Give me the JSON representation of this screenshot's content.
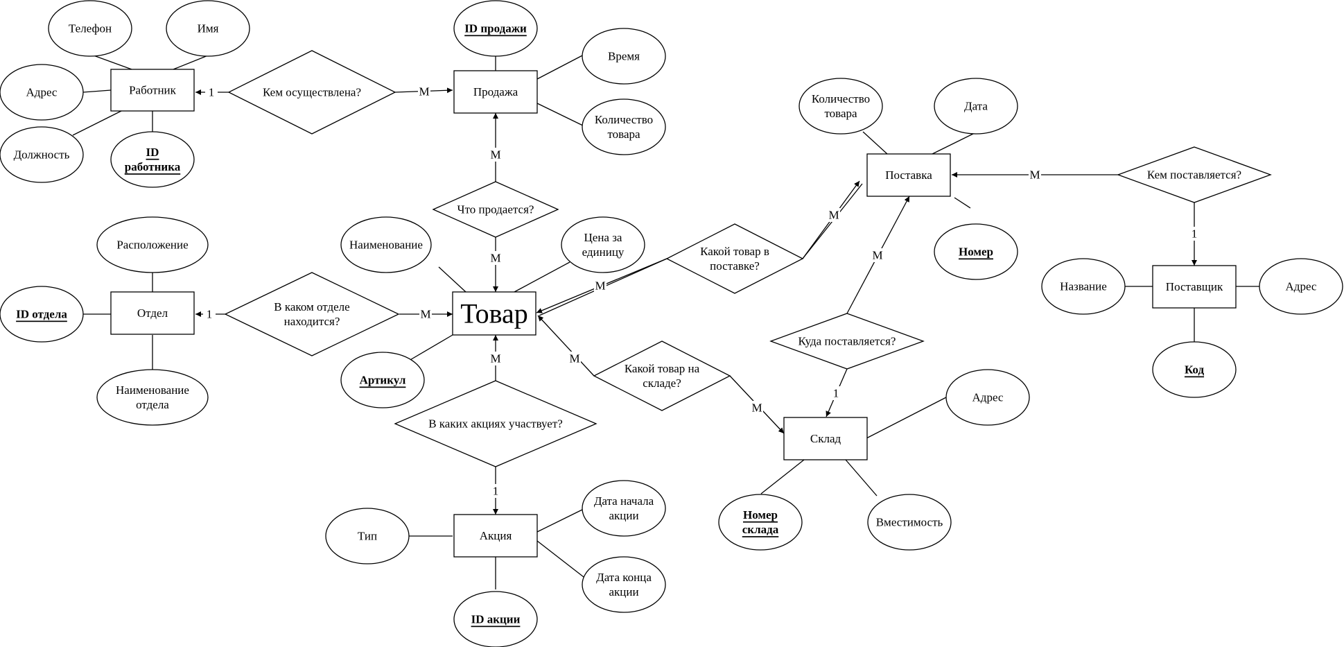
{
  "entities": {
    "worker": "Работник",
    "sale": "Продажа",
    "department": "Отдел",
    "product": "Товар",
    "promotion": "Акция",
    "delivery": "Поставка",
    "warehouse": "Склад",
    "supplier": "Поставщик"
  },
  "attributes": {
    "worker_phone": "Телефон",
    "worker_name": "Имя",
    "worker_address": "Адрес",
    "worker_position": "Должность",
    "worker_id": [
      "ID",
      "работника"
    ],
    "sale_id": "ID продажи",
    "sale_time": "Время",
    "sale_quantity": [
      "Количество",
      "товара"
    ],
    "dept_location": "Расположение",
    "dept_id": "ID отдела",
    "dept_name": [
      "Наименование",
      "отдела"
    ],
    "product_name": "Наименование",
    "product_price": [
      "Цена за",
      "единицу"
    ],
    "product_sku": "Артикул",
    "promo_type": "Тип",
    "promo_start": [
      "Дата начала",
      "акции"
    ],
    "promo_end": [
      "Дата конца",
      "акции"
    ],
    "promo_id": "ID акции",
    "delivery_quantity": [
      "Количество",
      "товара"
    ],
    "delivery_date": "Дата",
    "delivery_number": "Номер",
    "warehouse_address": "Адрес",
    "warehouse_number": [
      "Номер",
      "склада"
    ],
    "warehouse_capacity": "Вместимость",
    "supplier_name": "Название",
    "supplier_address": "Адрес",
    "supplier_code": "Код"
  },
  "relationships": {
    "worker_sale": "Кем осуществлена?",
    "sale_product": "Что продается?",
    "dept_product": [
      "В каком отделе",
      "находится?"
    ],
    "product_promo": "В каких акциях участвует?",
    "product_delivery": [
      "Какой товар в",
      "поставке?"
    ],
    "product_warehouse": [
      "Какой товар на",
      "складе?"
    ],
    "warehouse_delivery": "Куда поставляется?",
    "supplier_delivery": "Кем поставляется?"
  },
  "cardinality": {
    "one": "1",
    "many": "M"
  }
}
